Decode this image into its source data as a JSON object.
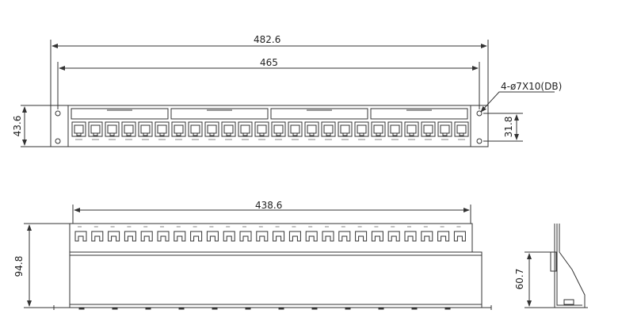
{
  "front_view": {
    "overall_width_label": "482.6",
    "mounting_span_label": "465",
    "height_label": "43.6",
    "hole_spacing_label": "31.8",
    "hole_callout_label": "4-ø7X10(DB)",
    "port_count": 24
  },
  "bottom_view": {
    "width_label": "438.6",
    "depth_label": "94.8",
    "port_count": 24
  },
  "side_view": {
    "height_label": "60.7"
  },
  "colors": {
    "line": "#333333",
    "paper": "#ffffff"
  }
}
